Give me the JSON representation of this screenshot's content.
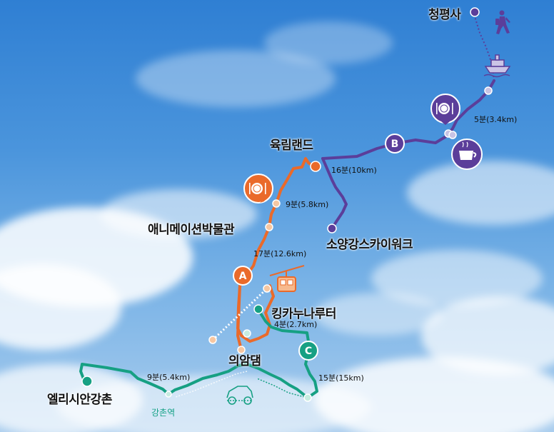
{
  "places": {
    "cheongpyeongsa": "청평사",
    "yukrimland": "육림랜드",
    "animation_museum": "애니메이션박물관",
    "soyang_skywalk": "소양강스카이워크",
    "kingkanu_nareuteo": "킹카누나루터",
    "uiamdam": "의암댐",
    "elysian_gangchon": "엘리시안강촌",
    "gangchon_station": "강촌역"
  },
  "route_badges": {
    "a": "A",
    "b": "B",
    "c": "C"
  },
  "distances": {
    "b_to_cheongpyeong": "5분(3.4km)",
    "yukrim_to_b": "16분(10km)",
    "museum_to_yukrim": "9분(5.8km)",
    "a_to_museum": "17분(12.6km)",
    "kingkanu_to_c": "4분(2.7km)",
    "c_to_gangchon": "15분(15km)",
    "gangchon_to_elysian": "9분(5.4km)"
  },
  "colors": {
    "route_a": "#ea6a2a",
    "route_b": "#5b3e9a",
    "route_c": "#16a083",
    "point_fill": "#f6c7a2",
    "sky": "#3f8ad6"
  },
  "icons": [
    "hiker-icon",
    "ferry-icon",
    "dining-icon",
    "cafe-icon",
    "cable-car-icon",
    "rail-bike-icon"
  ]
}
